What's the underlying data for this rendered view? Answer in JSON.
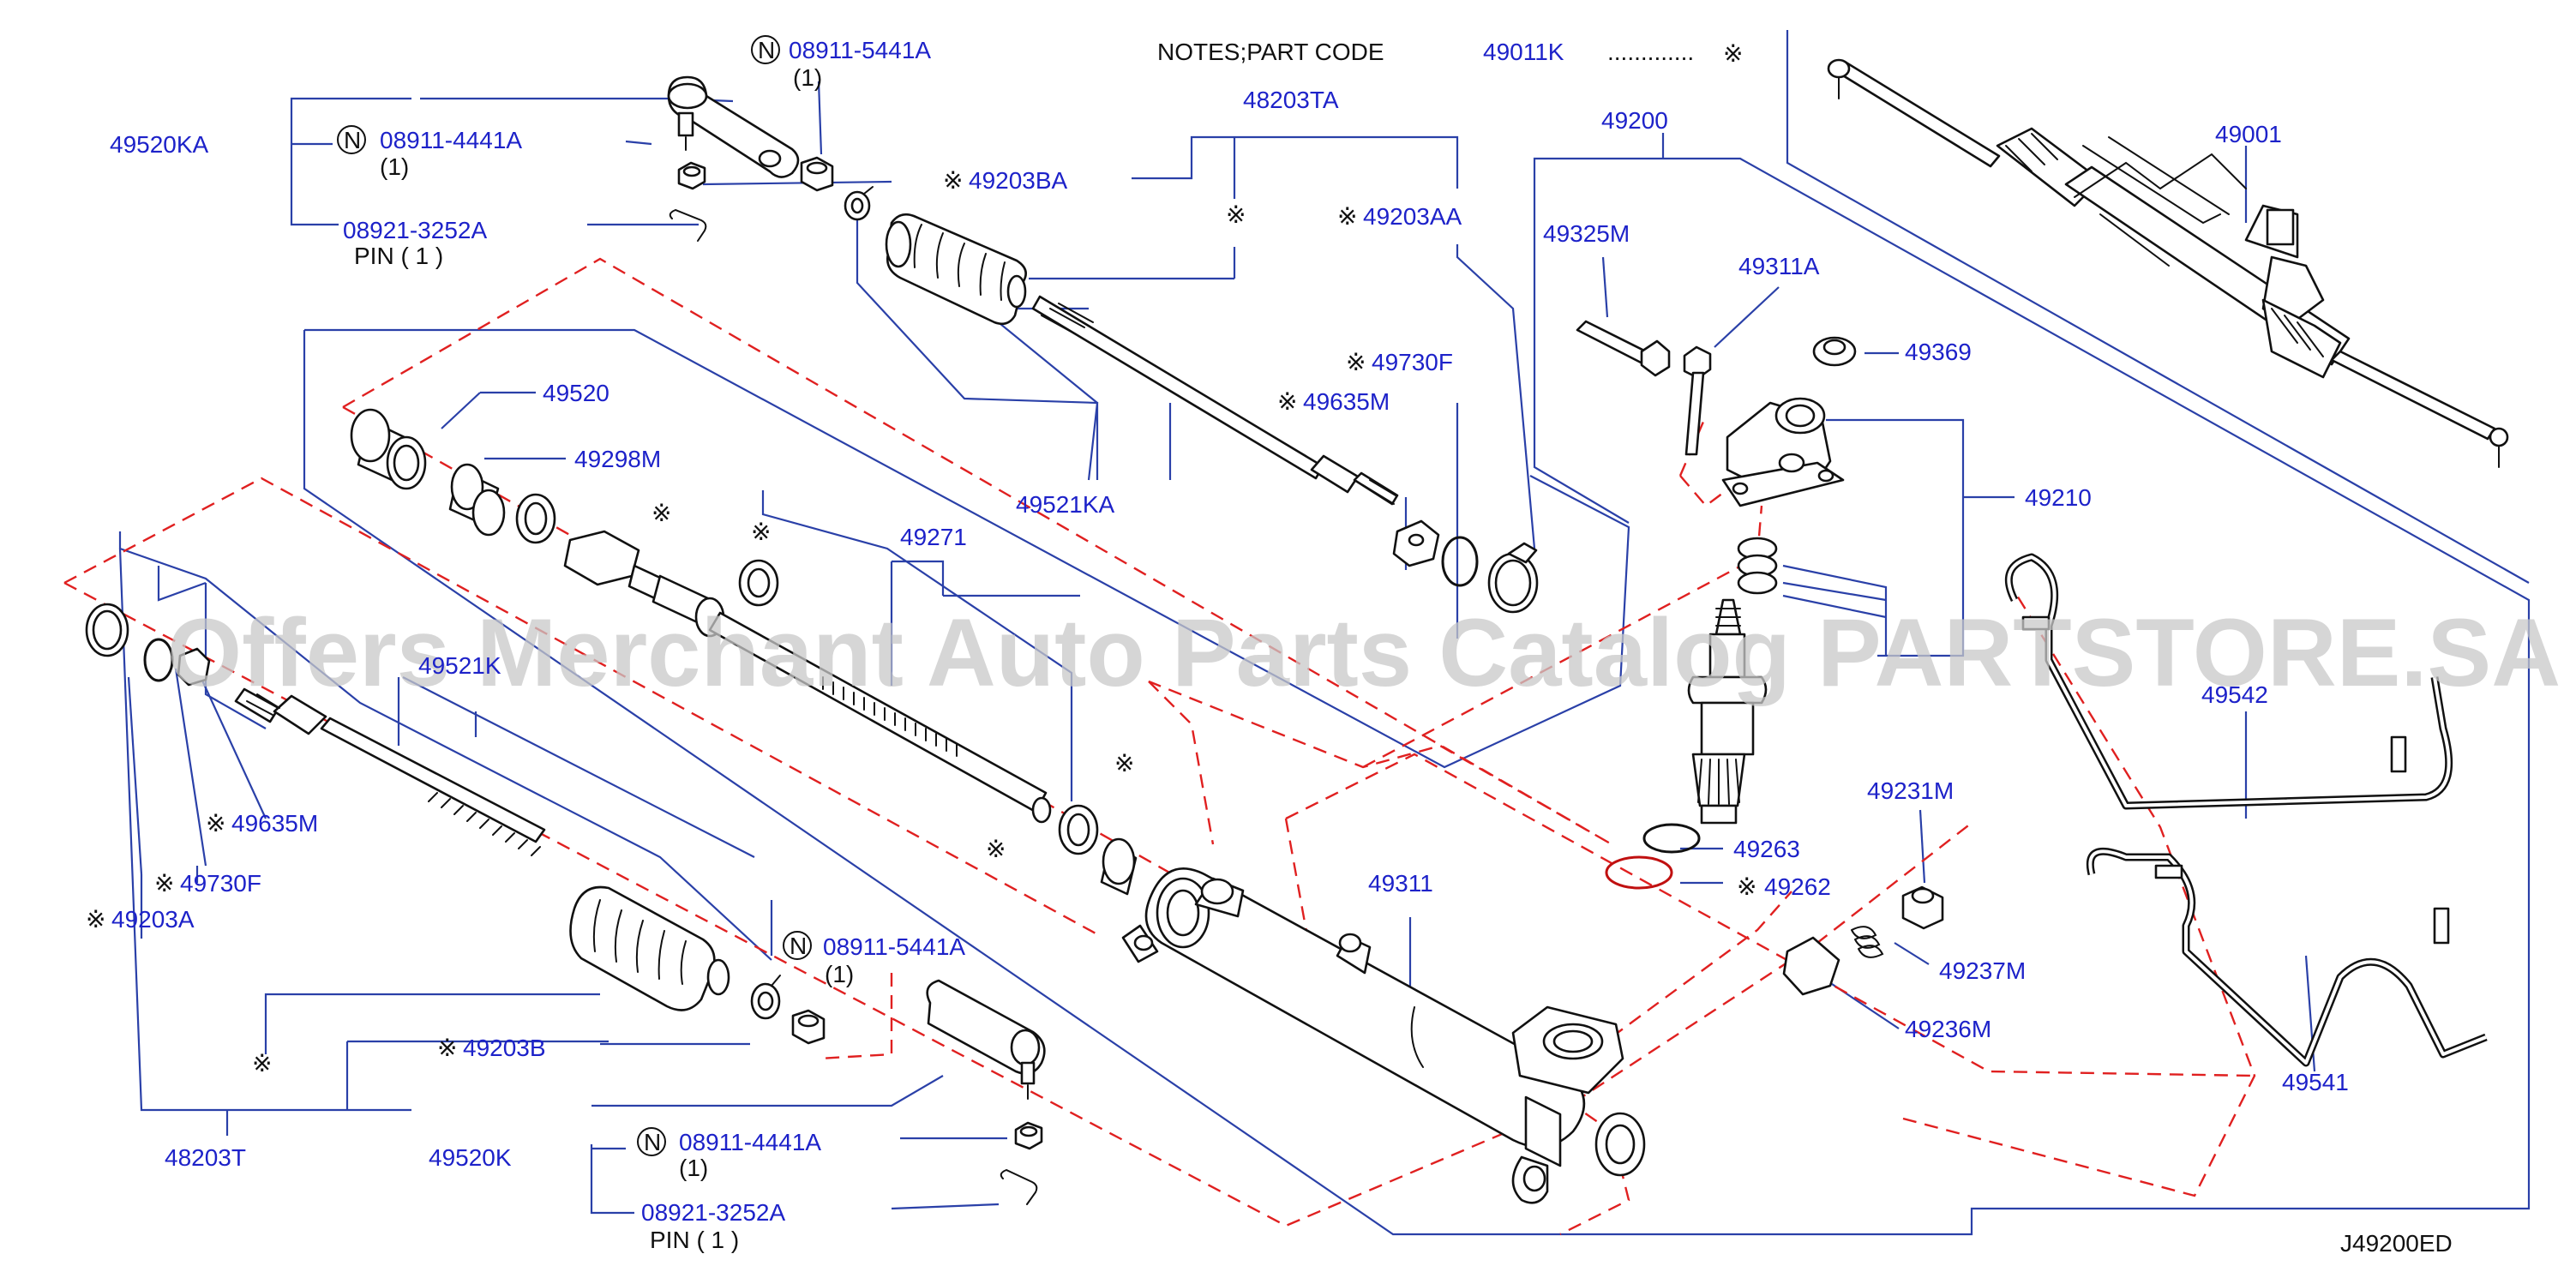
{
  "diagram": {
    "code": "J49200ED",
    "watermark": "Offers Merchant Auto Parts Catalog PARTSTORE.SA",
    "notes_label": "NOTES;PART   CODE",
    "notes_code": "49011K",
    "notes_dots": ".............",
    "mark": "※",
    "labels": {
      "p49520KA": "49520KA",
      "p08911_5441A_top": "08911-5441A",
      "q1_top1": "(1)",
      "p08911_4441A_top": "08911-4441A",
      "q1_top2": "(1)",
      "p08921_3252A_top": "08921-3252A",
      "pin_top": "PIN  ( 1 )",
      "p48203TA": "48203TA",
      "p49203BA": "49203BA",
      "p49203AA": "49203AA",
      "p49730F_r": "49730F",
      "p49635M_r": "49635M",
      "p49520": "49520",
      "p49298M": "49298M",
      "p49521KA": "49521KA",
      "p49271": "49271",
      "p49521K": "49521K",
      "p49635M_l": "49635M",
      "p49730F_l": "49730F",
      "p49203A": "49203A",
      "p49311": "49311",
      "p49200": "49200",
      "p49325M": "49325M",
      "p49311A": "49311A",
      "p49369": "49369",
      "p49210": "49210",
      "p49263": "49263",
      "p49262": "49262",
      "p49231M": "49231M",
      "p49237M": "49237M",
      "p49236M": "49236M",
      "p49001": "49001",
      "p49542": "49542",
      "p49541": "49541",
      "p08911_5441A_bot": "08911-5441A",
      "q1_bot1": "(1)",
      "p49203B": "49203B",
      "p48203T": "48203T",
      "p49520K": "49520K",
      "p08911_4441A_bot": "08911-4441A",
      "q1_bot2": "(1)",
      "p08921_3252A_bot": "08921-3252A",
      "pin_bot": "PIN  ( 1 )",
      "n_mark": "N"
    }
  }
}
